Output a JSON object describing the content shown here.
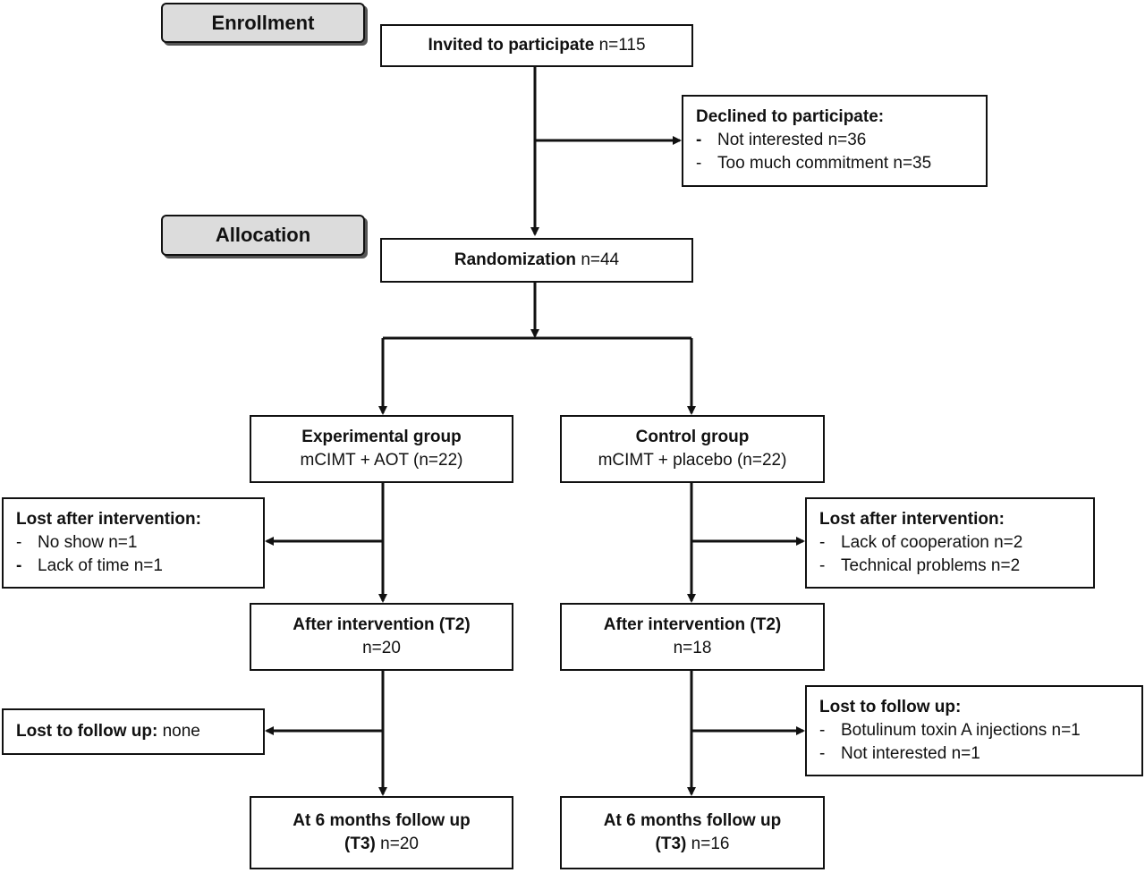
{
  "stages": {
    "enrollment": "Enrollment",
    "allocation": "Allocation"
  },
  "invited": {
    "label": "Invited to participate",
    "n": "n=115"
  },
  "declined": {
    "title": "Declined to participate:",
    "items": [
      "Not interested n=36",
      "Too much commitment n=35"
    ]
  },
  "randomization": {
    "label": "Randomization",
    "n": "n=44"
  },
  "experimental": {
    "title": "Experimental group",
    "detail": "mCIMT + AOT",
    "n": "(n=22)"
  },
  "control": {
    "title": "Control group",
    "detail": "mCIMT + placebo",
    "n": "(n=22)"
  },
  "lost_exp_intervention": {
    "title": "Lost after intervention:",
    "items": [
      "No show n=1",
      "Lack of time n=1"
    ]
  },
  "lost_ctrl_intervention": {
    "title": "Lost after intervention:",
    "items": [
      "Lack of cooperation n=2",
      "Technical problems n=2"
    ]
  },
  "after_exp": {
    "title": "After intervention (T2)",
    "n": "n=20"
  },
  "after_ctrl": {
    "title": "After intervention (T2)",
    "n": "n=18"
  },
  "lost_exp_followup": {
    "title": "Lost to follow up:",
    "value": "none"
  },
  "lost_ctrl_followup": {
    "title": "Lost to follow up:",
    "items": [
      "Botulinum toxin A injections n=1",
      "Not interested n=1"
    ]
  },
  "followup_exp": {
    "title": "At 6 months follow up",
    "t": "(T3)",
    "n": "n=20"
  },
  "followup_ctrl": {
    "title": "At 6 months follow up",
    "t": "(T3)",
    "n": "n=16"
  }
}
